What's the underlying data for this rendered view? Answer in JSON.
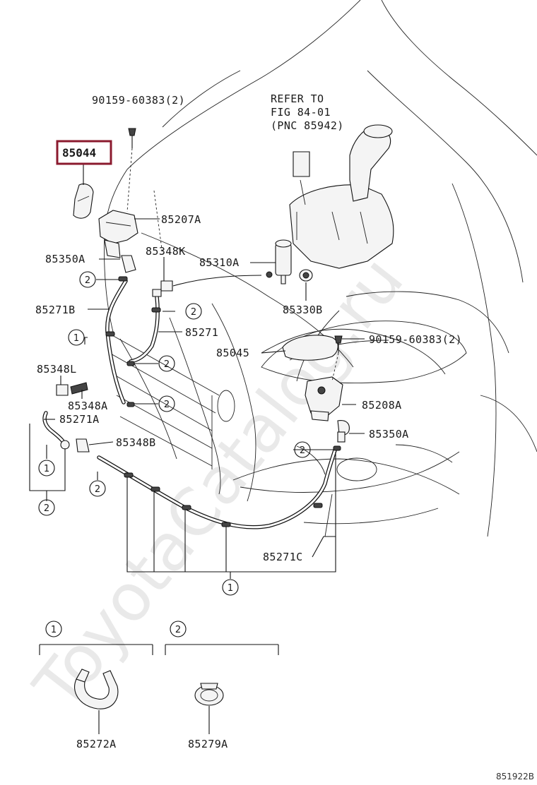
{
  "watermark": "ToyotaCatalog.ru",
  "figure_id": "851922B",
  "highlight_color": "#8b1a2e",
  "parts": {
    "p85044": "85044",
    "p90159_top": "90159-60383(2)",
    "refer_line1": "REFER TO",
    "refer_line2": "FIG 84-01",
    "refer_line3": "(PNC 85942)",
    "p85207A": "85207A",
    "p85350A_left": "85350A",
    "p85348K": "85348K",
    "p85310A": "85310A",
    "p85271B": "85271B",
    "p85330B": "85330B",
    "p85271": "85271",
    "p90159_mid": "90159-60383(2)",
    "p85045": "85045",
    "p85348L": "85348L",
    "p85208A": "85208A",
    "p85348A": "85348A",
    "p85271A": "85271A",
    "p85350A_right": "85350A",
    "p85348B": "85348B",
    "p85271C": "85271C",
    "p85272A": "85272A",
    "p85279A": "85279A"
  },
  "callouts": {
    "one": "1",
    "two": "2"
  }
}
